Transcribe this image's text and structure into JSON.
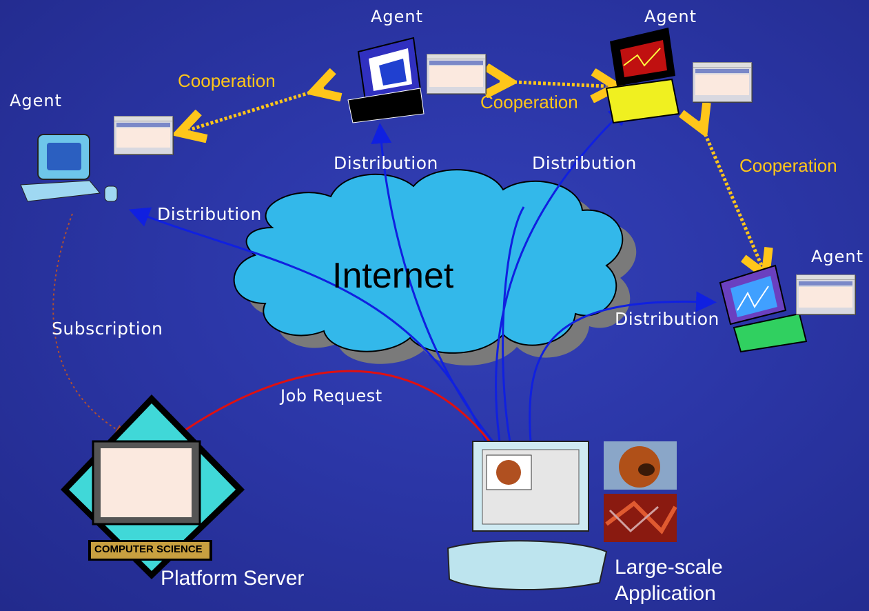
{
  "labels": {
    "agent": "Agent",
    "cooperation": "Cooperation",
    "distribution": "Distribution",
    "internet": "Internet",
    "subscription": "Subscription",
    "job_request": "Job Request",
    "platform_server": "Platform Server",
    "large_scale_line1": "Large-scale",
    "large_scale_line2": "Application",
    "computer_science": "COMPUTER SCIENCE"
  },
  "colors": {
    "background": "#2b36a6",
    "cooperation": "#ffc61a",
    "distribution_arrow": "#1020e0",
    "job_request_arrow": "#e01010",
    "subscription_arrow": "#b05030",
    "cloud_fill": "#33b8ea"
  }
}
